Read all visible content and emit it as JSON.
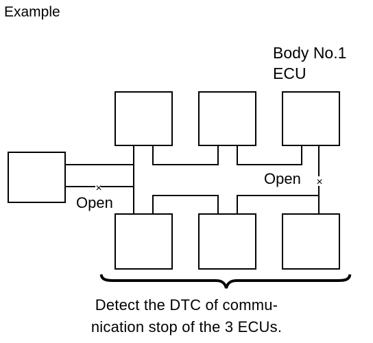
{
  "title": "Example",
  "body_ecu_label": {
    "line1": "Body No.1",
    "line2": "ECU"
  },
  "open_labels": {
    "right": "Open",
    "left": "Open"
  },
  "break_mark": "×",
  "caption": {
    "line1": "Detect the DTC of commu-",
    "line2": "nication stop of the 3 ECUs."
  }
}
